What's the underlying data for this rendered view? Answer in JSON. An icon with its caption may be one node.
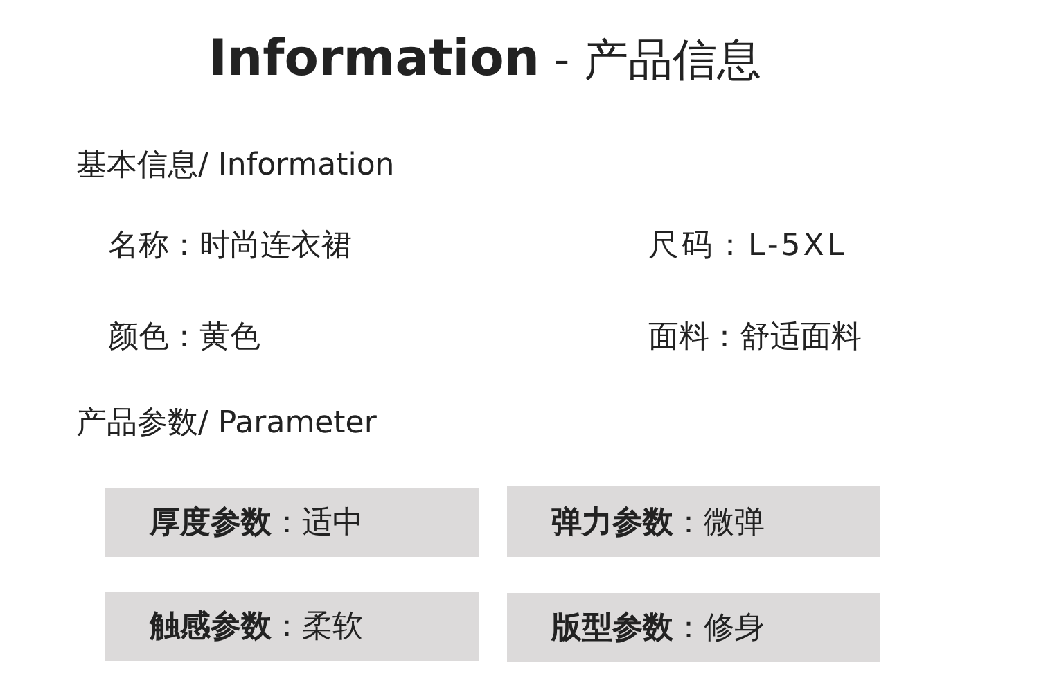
{
  "diagram": {
    "title": "**Information** - 产品信息",
    "nodes": [
      {
        "text": [
          "**厚度参数**：适中"
        ]
      },
      {
        "text": [
          "**弹力参数**：微弹"
        ]
      },
      {
        "text": [
          "**触感参数**：柔软"
        ]
      },
      {
        "text": [
          "**版型参数**：修身"
        ]
      }
    ],
    "labels": [
      "基本信息/ Information",
      "名称：时尚连衣裙",
      "尺码：L-5XL",
      "颜色：黄色",
      "面料：舒适面料",
      "产品参数/ Parameter"
    ]
  }
}
